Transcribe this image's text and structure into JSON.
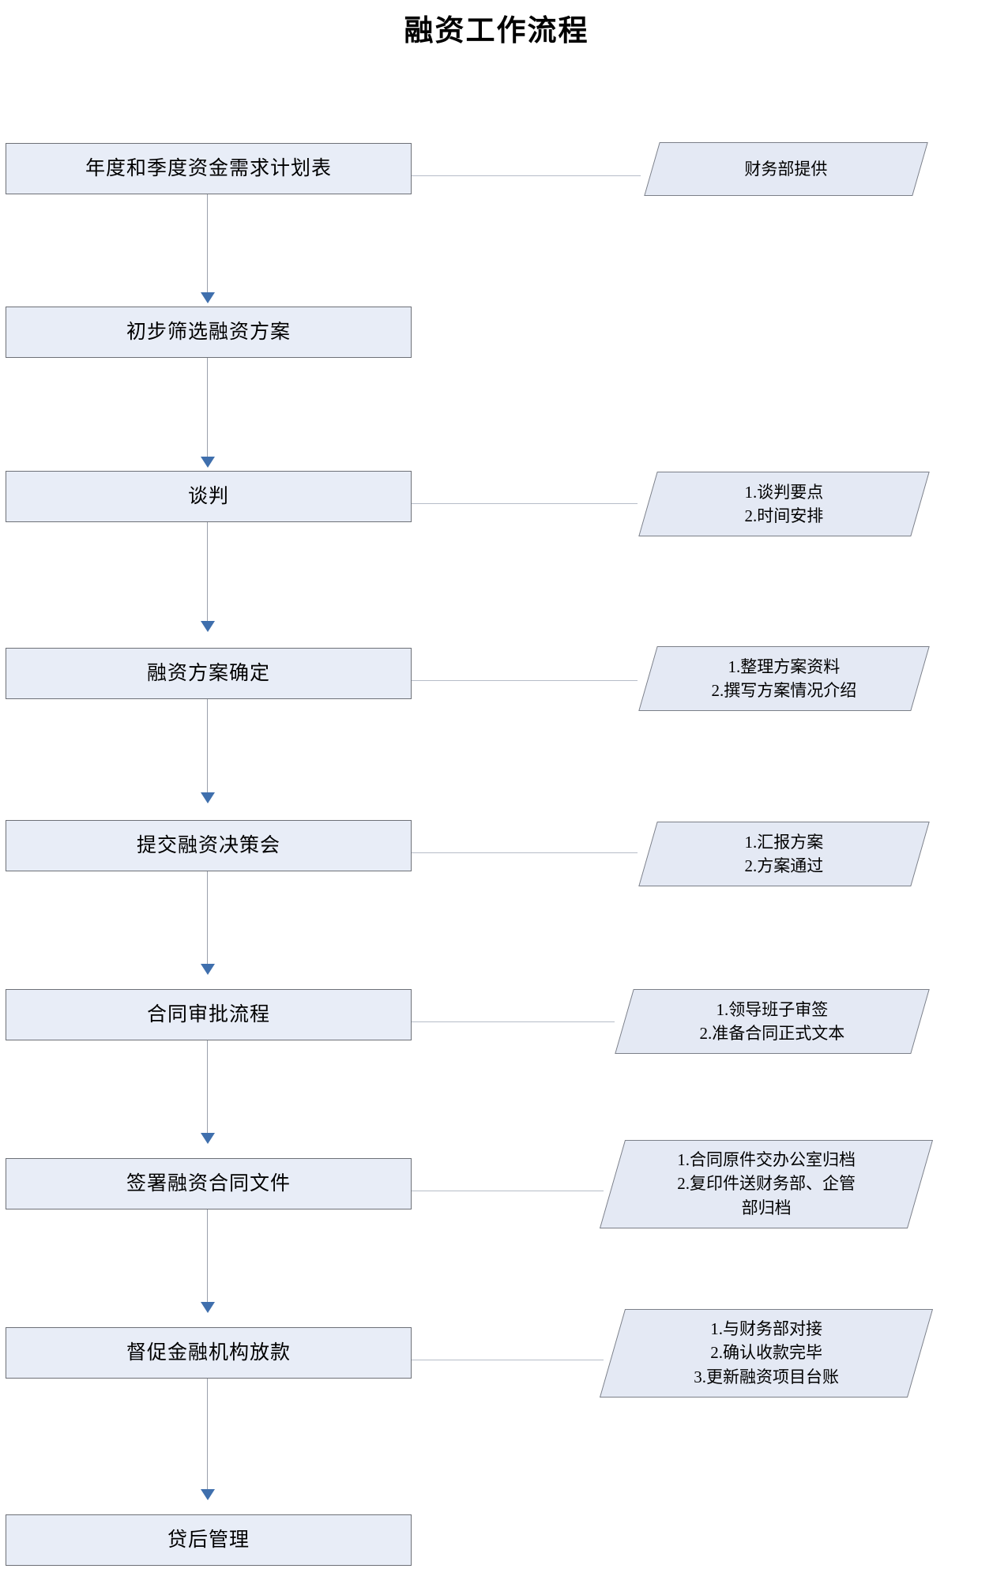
{
  "title": "融资工作流程",
  "colors": {
    "node_fill": "#e8edf7",
    "node_border": "#6d7077",
    "note_fill": "#e4e9f4",
    "note_border": "#7b7f88",
    "arrow": "#3f6fad",
    "connector": "#b6bdc8"
  },
  "chart_data": {
    "type": "diagram",
    "title": "融资工作流程",
    "diagram_kind": "flowchart",
    "orientation": "top-to-bottom",
    "nodes": [
      {
        "id": "n1",
        "shape": "rectangle",
        "label": "年度和季度资金需求计划表"
      },
      {
        "id": "n2",
        "shape": "rectangle",
        "label": "初步筛选融资方案"
      },
      {
        "id": "n3",
        "shape": "rectangle",
        "label": "谈判"
      },
      {
        "id": "n4",
        "shape": "rectangle",
        "label": "融资方案确定"
      },
      {
        "id": "n5",
        "shape": "rectangle",
        "label": "提交融资决策会"
      },
      {
        "id": "n6",
        "shape": "rectangle",
        "label": "合同审批流程"
      },
      {
        "id": "n7",
        "shape": "rectangle",
        "label": "签署融资合同文件"
      },
      {
        "id": "n8",
        "shape": "rectangle",
        "label": "督促金融机构放款"
      },
      {
        "id": "n9",
        "shape": "rectangle",
        "label": "贷后管理"
      },
      {
        "id": "d1",
        "shape": "parallelogram",
        "label": "财务部提供"
      },
      {
        "id": "d3",
        "shape": "parallelogram",
        "label": "1.谈判要点\n2.时间安排"
      },
      {
        "id": "d4",
        "shape": "parallelogram",
        "label": "1.整理方案资料\n2.撰写方案情况介绍"
      },
      {
        "id": "d5",
        "shape": "parallelogram",
        "label": "1.汇报方案\n2.方案通过"
      },
      {
        "id": "d6",
        "shape": "parallelogram",
        "label": "1.领导班子审签\n2.准备合同正式文本"
      },
      {
        "id": "d7",
        "shape": "parallelogram",
        "label": "1.合同原件交办公室归档\n2.复印件送财务部、企管\n部归档"
      },
      {
        "id": "d8",
        "shape": "parallelogram",
        "label": "1.与财务部对接\n2.确认收款完毕\n3.更新融资项目台账"
      }
    ],
    "edges": [
      {
        "from": "n1",
        "to": "n2",
        "style": "arrow"
      },
      {
        "from": "n2",
        "to": "n3",
        "style": "arrow"
      },
      {
        "from": "n3",
        "to": "n4",
        "style": "arrow"
      },
      {
        "from": "n4",
        "to": "n5",
        "style": "arrow"
      },
      {
        "from": "n5",
        "to": "n6",
        "style": "arrow"
      },
      {
        "from": "n6",
        "to": "n7",
        "style": "arrow"
      },
      {
        "from": "n7",
        "to": "n8",
        "style": "arrow"
      },
      {
        "from": "n8",
        "to": "n9",
        "style": "arrow"
      },
      {
        "from": "n1",
        "to": "d1",
        "style": "line"
      },
      {
        "from": "n3",
        "to": "d3",
        "style": "line"
      },
      {
        "from": "n4",
        "to": "d4",
        "style": "line"
      },
      {
        "from": "n5",
        "to": "d5",
        "style": "line"
      },
      {
        "from": "n6",
        "to": "d6",
        "style": "line"
      },
      {
        "from": "n7",
        "to": "d7",
        "style": "line"
      },
      {
        "from": "n8",
        "to": "d8",
        "style": "line"
      }
    ]
  },
  "steps": [
    {
      "label": "年度和季度资金需求计划表"
    },
    {
      "label": "初步筛选融资方案"
    },
    {
      "label": "谈判"
    },
    {
      "label": "融资方案确定"
    },
    {
      "label": "提交融资决策会"
    },
    {
      "label": "合同审批流程"
    },
    {
      "label": "签署融资合同文件"
    },
    {
      "label": "督促金融机构放款"
    },
    {
      "label": "贷后管理"
    }
  ],
  "notes": [
    {
      "label": "财务部提供"
    },
    {
      "label": "1.谈判要点\n2.时间安排"
    },
    {
      "label": "1.整理方案资料\n2.撰写方案情况介绍"
    },
    {
      "label": "1.汇报方案\n2.方案通过"
    },
    {
      "label": "1.领导班子审签\n2.准备合同正式文本"
    },
    {
      "label": "1.合同原件交办公室归档\n2.复印件送财务部、企管\n部归档"
    },
    {
      "label": "1.与财务部对接\n2.确认收款完毕\n3.更新融资项目台账"
    }
  ]
}
